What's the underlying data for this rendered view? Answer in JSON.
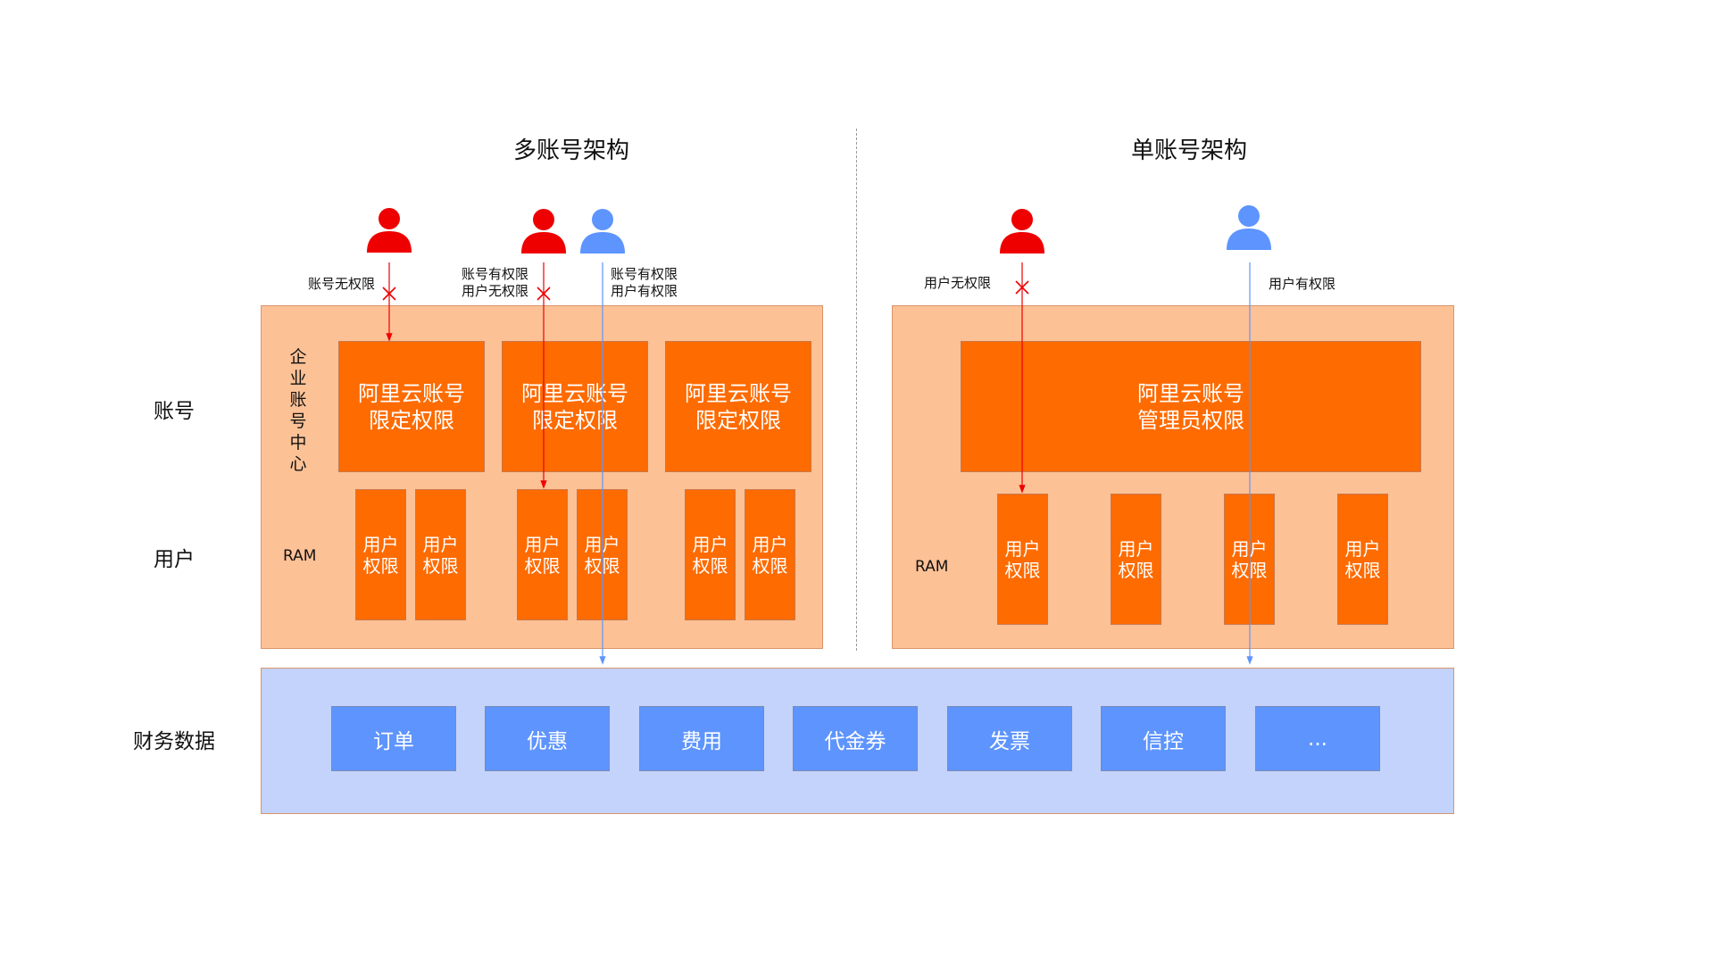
{
  "titles": {
    "multi": "多账号架构",
    "single": "单账号架构"
  },
  "row_labels": {
    "account": "账号",
    "user": "用户",
    "finance": "财务数据"
  },
  "multi": {
    "vertical_label": "企业账号中心",
    "ram_label": "RAM",
    "accounts": [
      {
        "line1": "阿里云账号",
        "line2": "限定权限"
      },
      {
        "line1": "阿里云账号",
        "line2": "限定权限"
      },
      {
        "line1": "阿里云账号",
        "line2": "限定权限"
      }
    ],
    "users": [
      {
        "line1": "用户",
        "line2": "权限"
      },
      {
        "line1": "用户",
        "line2": "权限"
      },
      {
        "line1": "用户",
        "line2": "权限"
      },
      {
        "line1": "用户",
        "line2": "权限"
      },
      {
        "line1": "用户",
        "line2": "权限"
      },
      {
        "line1": "用户",
        "line2": "权限"
      }
    ],
    "perm_labels": {
      "p1": "账号无权限",
      "p2_line1": "账号有权限",
      "p2_line2": "用户无权限",
      "p3_line1": "账号有权限",
      "p3_line2": "用户有权限"
    }
  },
  "single": {
    "ram_label": "RAM",
    "account": {
      "line1": "阿里云账号",
      "line2": "管理员权限"
    },
    "users": [
      {
        "line1": "用户",
        "line2": "权限"
      },
      {
        "line1": "用户",
        "line2": "权限"
      },
      {
        "line1": "用户",
        "line2": "权限"
      },
      {
        "line1": "用户",
        "line2": "权限"
      }
    ],
    "perm_labels": {
      "p1": "用户无权限",
      "p2": "用户有权限"
    }
  },
  "finance": {
    "items": [
      "订单",
      "优惠",
      "费用",
      "代金券",
      "发票",
      "信控",
      "..."
    ]
  },
  "colors": {
    "panel": "#fdc196",
    "box": "#fe6b00",
    "finance_panel": "#c3d3fb",
    "finance_box": "#5e94fe",
    "person_red": "#ee0000",
    "person_blue": "#5e94fe"
  }
}
